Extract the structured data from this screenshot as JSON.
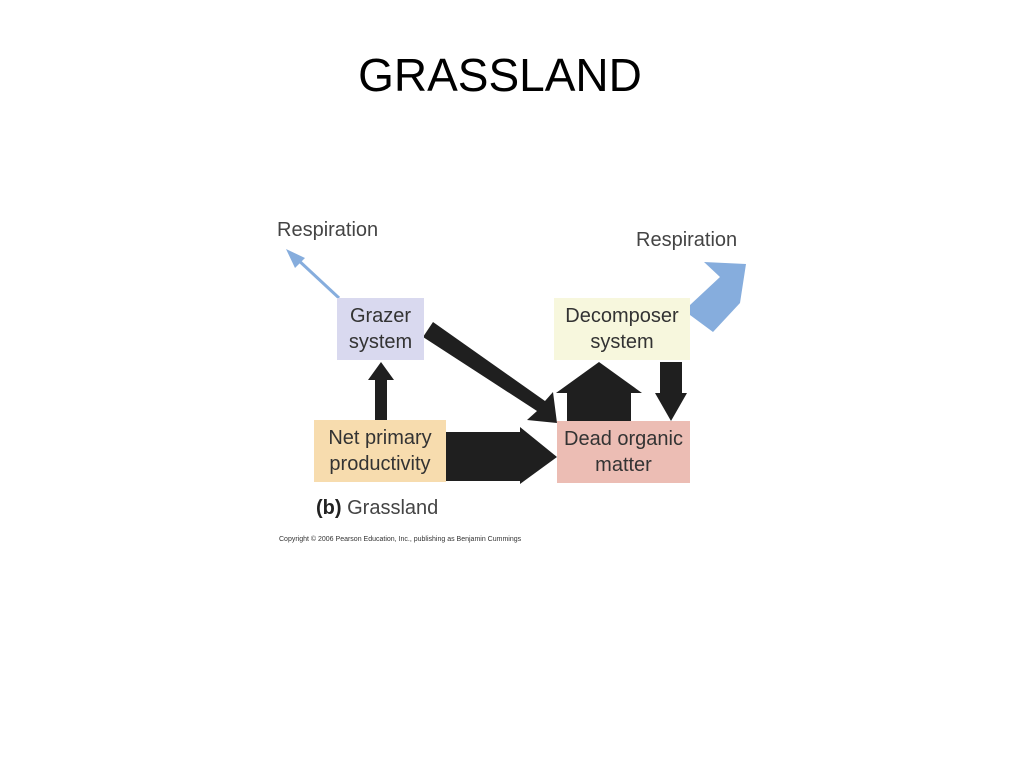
{
  "title": "GRASSLAND",
  "diagram": {
    "respiration_left": "Respiration",
    "respiration_right": "Respiration",
    "grazer_system": "Grazer\nsystem",
    "decomposer_system": "Decomposer\nsystem",
    "net_primary_productivity": "Net primary\nproductivity",
    "dead_organic_matter": "Dead organic\nmatter",
    "caption_letter": "(b)",
    "caption_text": "Grassland",
    "copyright": "Copyright © 2006 Pearson Education, Inc., publishing as Benjamin Cummings",
    "colors": {
      "grazer": "#d9d9ef",
      "decomposer": "#f7f7dd",
      "npp": "#f7dcae",
      "dom": "#ecbdb4",
      "flow_arrow": "#1f1f1f",
      "respiration_arrow": "#86addd"
    }
  }
}
